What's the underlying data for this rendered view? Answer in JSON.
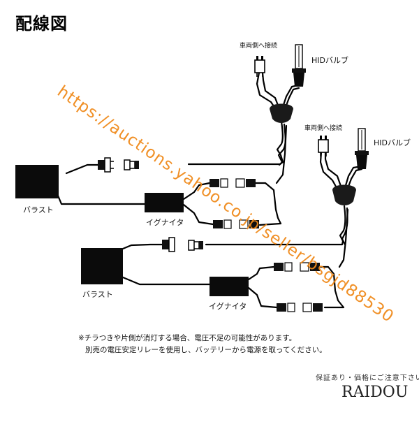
{
  "title": "配線図",
  "labels": {
    "vehicle_side_1": "車両側へ接続",
    "vehicle_side_2": "車両側へ接続",
    "hid_bulb_1": "HIDバルブ",
    "hid_bulb_2": "HIDバルブ",
    "ballast_1": "バラスト",
    "ballast_2": "バラスト",
    "igniter_1": "イグナイタ",
    "igniter_2": "イグナイタ"
  },
  "notes": [
    "※チラつきや片側が消灯する場合、電圧不足の可能性があります。",
    "別売の電圧安定リレーを使用し、バッテリーから電源を取ってください。"
  ],
  "watermark": "https://auctions.yahoo.co.jp/seller/bsgjd88530",
  "signature": {
    "tagline": "保証あり・価格にご注意下さい",
    "name": "RAIDOU"
  },
  "colors": {
    "wire": "#000000",
    "component": "#0b0b0b",
    "watermark": "#f08a1a"
  }
}
